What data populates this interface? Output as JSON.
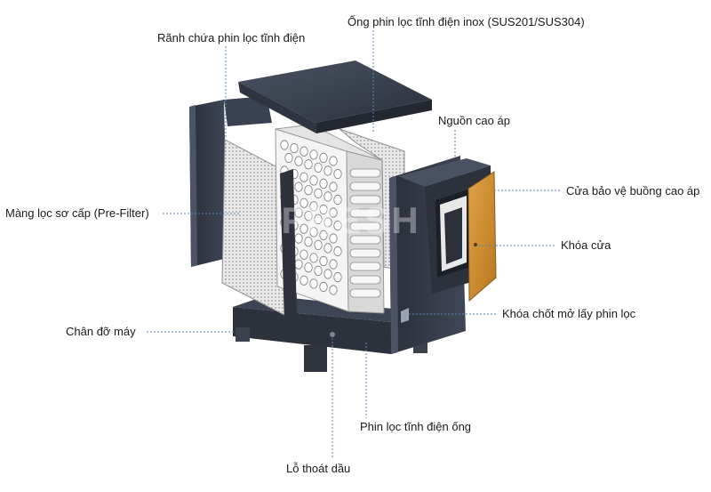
{
  "labels": {
    "tube_filter_inox": "Ống phin lọc tĩnh điện inox (SUS201/SUS304)",
    "filter_slot": "Rãnh chứa phin lọc tĩnh điện",
    "hv_source": "Nguồn cao áp",
    "hv_door": "Cửa bảo vệ buồng cao áp",
    "pre_filter": "Màng lọc sơ cấp (Pre-Filter)",
    "door_lock": "Khóa cửa",
    "latch_lock": "Khóa chốt mở lấy phin lọc",
    "machine_stand": "Chân đỡ máy",
    "tube_filter": "Phin lọc tĩnh điện ống",
    "oil_drain": "Lỗ thoát dầu"
  },
  "watermark": "FRESH",
  "colors": {
    "panel_dark": "#2e3440",
    "panel_mid": "#3b4252",
    "door_orange": "#d4902e",
    "mesh_light": "#e6e6e6",
    "tube_white": "#f2f2f2",
    "leader_blue": "#5a86b8"
  }
}
